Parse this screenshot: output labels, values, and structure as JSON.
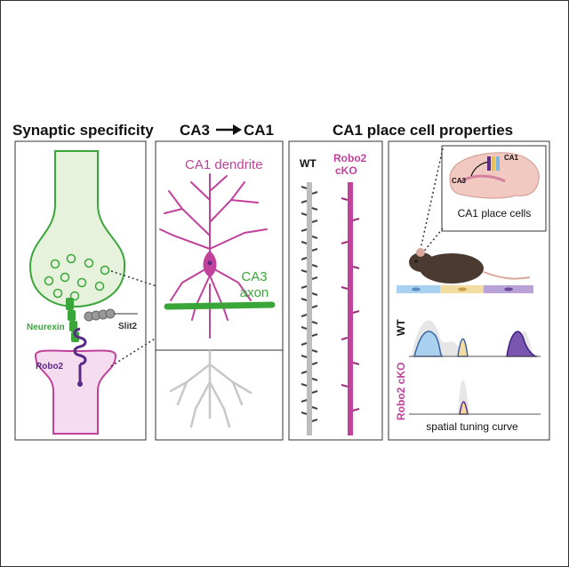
{
  "titles": {
    "synaptic": "Synaptic specificity",
    "ca3": "CA3",
    "ca1": "CA1",
    "place": "CA1 place cell properties"
  },
  "panel1": {
    "neurexin": "Neurexin",
    "slit2": "Slit2",
    "robo2": "Robo2"
  },
  "panel2": {
    "dendrite": "CA1 dendrite",
    "axon_line1": "CA3",
    "axon_line2": "axon"
  },
  "panel3": {
    "wt": "WT",
    "cko_line1": "Robo2",
    "cko_line2": "cKO"
  },
  "panel4": {
    "inset_ca1": "CA1",
    "inset_ca3": "CA3",
    "inset_caption": "CA1 place cells",
    "wt": "WT",
    "cko": "Robo2 cKO",
    "tuning": "spatial tuning curve"
  },
  "colors": {
    "green": "#3aa63a",
    "magenta": "#c0429a",
    "purple": "#5b2a86",
    "light_green": "#e6f2dc",
    "light_pink": "#f5dcef"
  }
}
